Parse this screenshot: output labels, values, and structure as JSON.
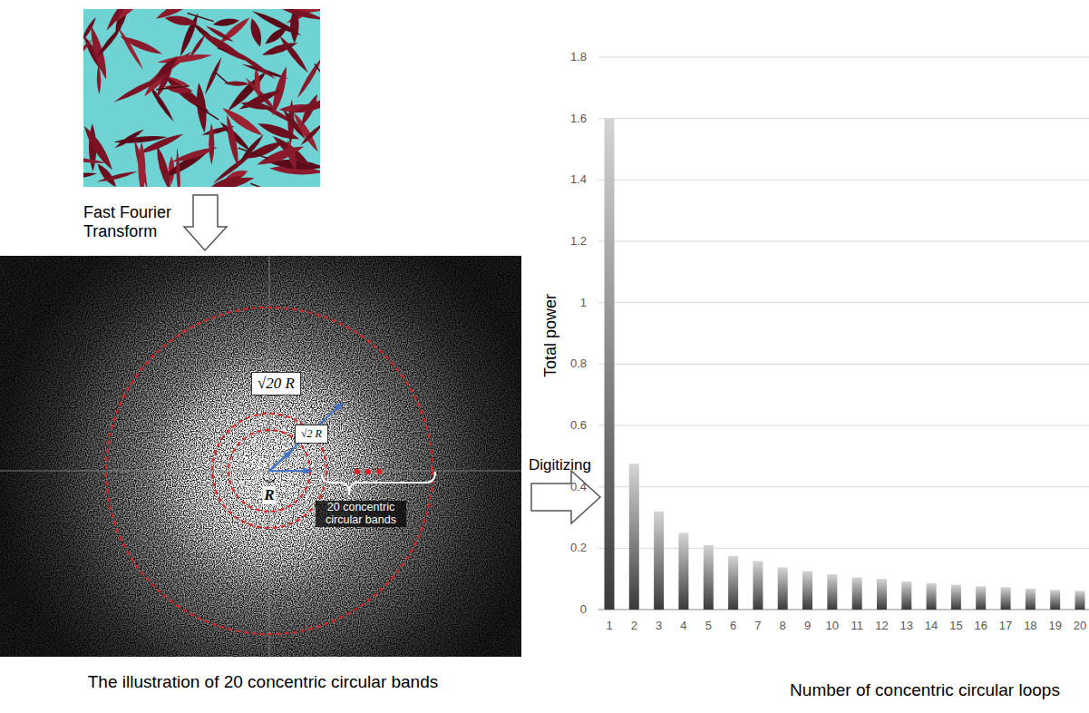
{
  "diagram": {
    "nodes": [
      {
        "text": [
          "√20 R"
        ]
      },
      {
        "text": [
          "√2 R"
        ]
      }
    ],
    "labels": [
      "Fast Fourier Transform",
      "R",
      "20 concentric circular bands",
      "The illustration of 20 concentric circular bands",
      "Digitizing",
      "Total power",
      "1.8",
      "1.6",
      "1.4",
      "1.2",
      "1",
      "0.8",
      "0.6",
      "0.4",
      "0.2",
      "0",
      "1",
      "2",
      "3",
      "4",
      "5",
      "6",
      "7",
      "8",
      "9",
      "10",
      "11",
      "12",
      "13",
      "14",
      "15",
      "16",
      "17",
      "18",
      "19",
      "20",
      "Number of concentric circular loops"
    ]
  }
}
